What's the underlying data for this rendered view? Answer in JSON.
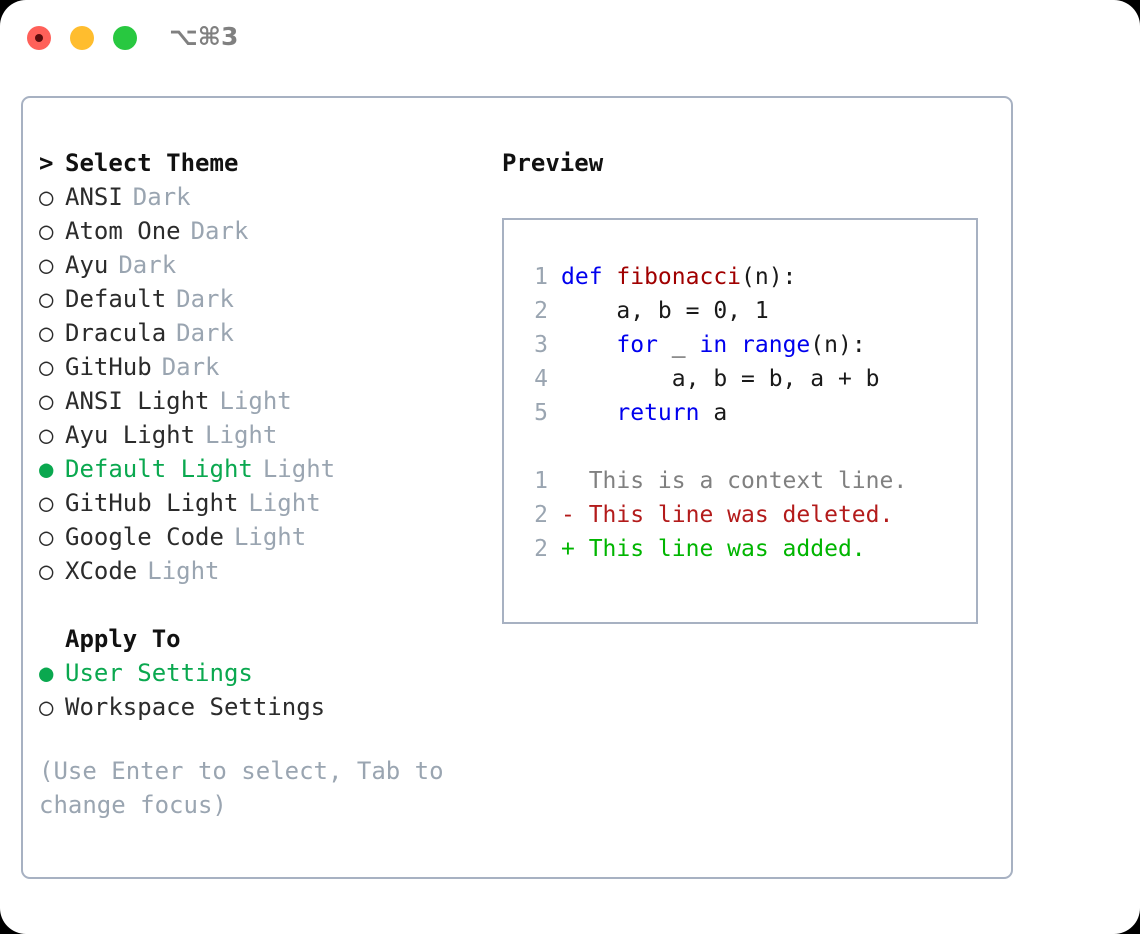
{
  "titlebar": {
    "shortcut": "⌥⌘3",
    "lights": [
      {
        "name": "close",
        "color": "#ff6059"
      },
      {
        "name": "minimize",
        "color": "#ffbd2e"
      },
      {
        "name": "maximize",
        "color": "#28c840"
      }
    ]
  },
  "colors": {
    "accent_green": "#0aa84f",
    "muted": "#9aa5b1",
    "border": "#a7b1c2",
    "keyword_blue": "#0000ee",
    "function_red": "#a00000",
    "diff_delete": "#b31b1b",
    "diff_add": "#00b500",
    "diff_context": "#808080",
    "text": "#2b2b2b"
  },
  "theme_list": {
    "header": {
      "marker": ">",
      "label": "Select Theme"
    },
    "items": [
      {
        "marker": "○",
        "label": "ANSI",
        "badge": "Dark",
        "selected": false
      },
      {
        "marker": "○",
        "label": "Atom One",
        "badge": "Dark",
        "selected": false
      },
      {
        "marker": "○",
        "label": "Ayu",
        "badge": "Dark",
        "selected": false
      },
      {
        "marker": "○",
        "label": "Default",
        "badge": "Dark",
        "selected": false
      },
      {
        "marker": "○",
        "label": "Dracula",
        "badge": "Dark",
        "selected": false
      },
      {
        "marker": "○",
        "label": "GitHub",
        "badge": "Dark",
        "selected": false
      },
      {
        "marker": "○",
        "label": "ANSI Light",
        "badge": "Light",
        "selected": false
      },
      {
        "marker": "○",
        "label": "Ayu Light",
        "badge": "Light",
        "selected": false
      },
      {
        "marker": "●",
        "label": "Default Light",
        "badge": "Light",
        "selected": true
      },
      {
        "marker": "○",
        "label": "GitHub Light",
        "badge": "Light",
        "selected": false
      },
      {
        "marker": "○",
        "label": "Google Code",
        "badge": "Light",
        "selected": false
      },
      {
        "marker": "○",
        "label": "XCode",
        "badge": "Light",
        "selected": false
      }
    ]
  },
  "apply_to": {
    "header": "Apply To",
    "items": [
      {
        "marker": "●",
        "label": "User Settings",
        "selected": true
      },
      {
        "marker": "○",
        "label": "Workspace Settings",
        "selected": false
      }
    ]
  },
  "hint": "(Use Enter to select, Tab to change focus)",
  "preview": {
    "title": "Preview",
    "code_lines": [
      {
        "no": "1",
        "segments": [
          {
            "text": "def ",
            "type": "keyword"
          },
          {
            "text": "fibonacci",
            "type": "function"
          },
          {
            "text": "(n):",
            "type": "plain"
          }
        ]
      },
      {
        "no": "2",
        "segments": [
          {
            "text": "    a, b = 0, 1",
            "type": "plain"
          }
        ]
      },
      {
        "no": "3",
        "segments": [
          {
            "text": "    ",
            "type": "plain"
          },
          {
            "text": "for",
            "type": "keyword"
          },
          {
            "text": " _ ",
            "type": "plain"
          },
          {
            "text": "in",
            "type": "keyword"
          },
          {
            "text": " ",
            "type": "plain"
          },
          {
            "text": "range",
            "type": "keyword"
          },
          {
            "text": "(n):",
            "type": "plain"
          }
        ]
      },
      {
        "no": "4",
        "segments": [
          {
            "text": "        a, b = b, a + b",
            "type": "plain"
          }
        ]
      },
      {
        "no": "5",
        "segments": [
          {
            "text": "    ",
            "type": "plain"
          },
          {
            "text": "return",
            "type": "keyword"
          },
          {
            "text": " a",
            "type": "plain"
          }
        ]
      }
    ],
    "diff_lines": [
      {
        "no": "1",
        "kind": "context",
        "text": "  This is a context line."
      },
      {
        "no": "2",
        "kind": "delete",
        "text": "- This line was deleted."
      },
      {
        "no": "2",
        "kind": "add",
        "text": "+ This line was added."
      }
    ]
  }
}
